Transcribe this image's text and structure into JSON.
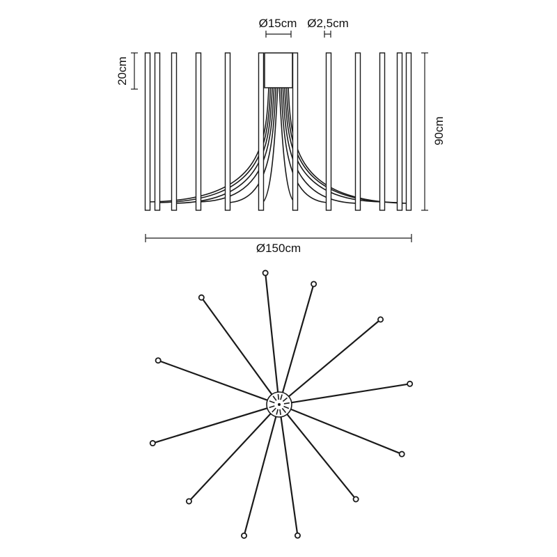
{
  "dimensions": {
    "canopy_diameter": "Ø15cm",
    "rod_diameter": "Ø2,5cm",
    "rod_length": "20cm",
    "total_height": "90cm",
    "total_diameter": "Ø150cm"
  },
  "colors": {
    "ink": "#1a1a1a",
    "background": "#ffffff"
  }
}
